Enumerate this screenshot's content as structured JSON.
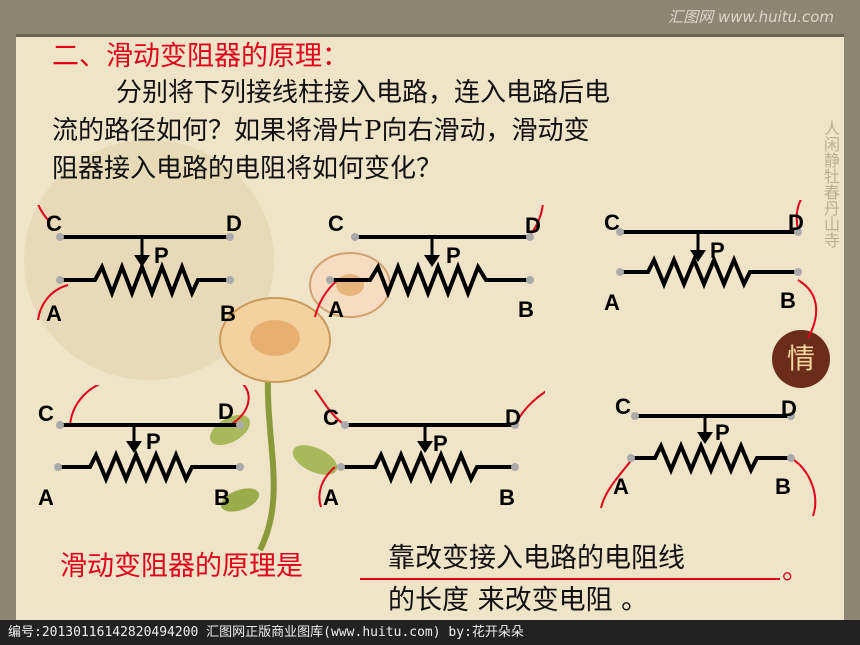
{
  "header": {
    "watermark": "汇图网 www.huitu.com"
  },
  "slide": {
    "title": "二、滑动变阻器的原理：",
    "question_line1": "分别将下列接线柱接入电路，连入电路后电",
    "question_line2": "流的路径如何？如果将滑片P向右滑动，滑动变",
    "question_line3": "阻器接入电路的电阻将如何变化？",
    "answer_prompt": "滑动变阻器的原理是",
    "answer_line1": "靠改变接入电路的电阻线",
    "answer_line2": "的长度 来改变电阻 。",
    "period": "。"
  },
  "decor": {
    "side_poem": "人闲静牡春丹山寺",
    "badge": "情"
  },
  "circuits": [
    {
      "c": "C",
      "d": "D",
      "p": "P",
      "a": "A",
      "b": "B"
    },
    {
      "c": "C",
      "d": "D",
      "p": "P",
      "a": "A",
      "b": "B"
    },
    {
      "c": "C",
      "d": "D",
      "p": "P",
      "a": "A",
      "b": "B"
    },
    {
      "c": "C",
      "d": "D",
      "p": "P",
      "a": "A",
      "b": "B"
    },
    {
      "c": "C",
      "d": "D",
      "p": "P",
      "a": "A",
      "b": "B"
    },
    {
      "c": "C",
      "d": "D",
      "p": "P",
      "a": "A",
      "b": "B"
    }
  ],
  "footer": {
    "text": "编号:20130116142820494200  汇图网正版商业图库(www.huitu.com) by:花开朵朵"
  },
  "colors": {
    "accent_red": "#e0001a",
    "frame": "#8c8672",
    "paper": "#efe4c8"
  }
}
